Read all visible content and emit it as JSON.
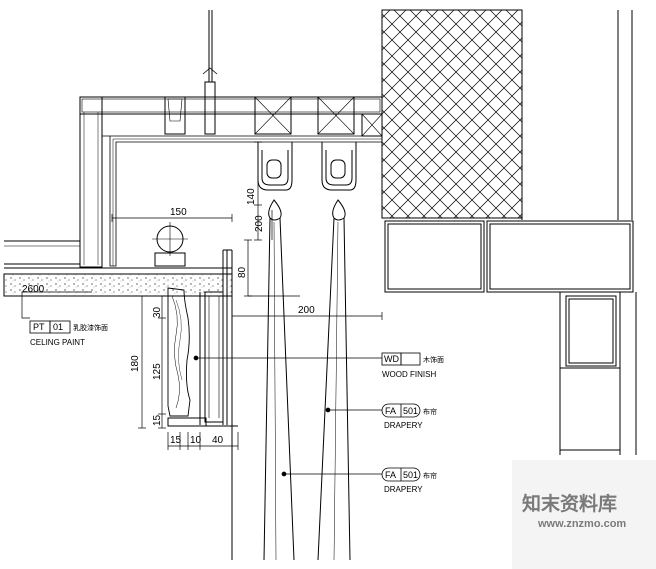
{
  "dimensions": {
    "d150": "150",
    "d140": "140",
    "d200_vertical": "200",
    "d80": "80",
    "d200_horizontal": "200",
    "d30": "30",
    "d180": "180",
    "d125": "125",
    "d15": "15",
    "d15_bottom": "15",
    "d10": "10",
    "d40": "40",
    "d2600": "2600"
  },
  "tags": {
    "ceiling": {
      "code1": "PT",
      "code2": "01",
      "note": "乳胶漆饰面",
      "caption": "CELING PAINT"
    },
    "wood": {
      "code1": "WD",
      "code2": "",
      "note": "木饰面",
      "caption": "WOOD FINISH"
    },
    "drapery_a": {
      "code1": "FA",
      "code2": "501",
      "note": "布帘",
      "caption": "DRAPERY"
    },
    "drapery_b": {
      "code1": "FA",
      "code2": "501",
      "note": "布帘",
      "caption": "DRAPERY"
    }
  },
  "watermark": {
    "title": "知末资料库",
    "url": "www.znzmo.com"
  },
  "colors": {
    "line": "#000000",
    "watermark_bg": "#f2f2f2",
    "watermark_text": "#7a7a7a"
  }
}
